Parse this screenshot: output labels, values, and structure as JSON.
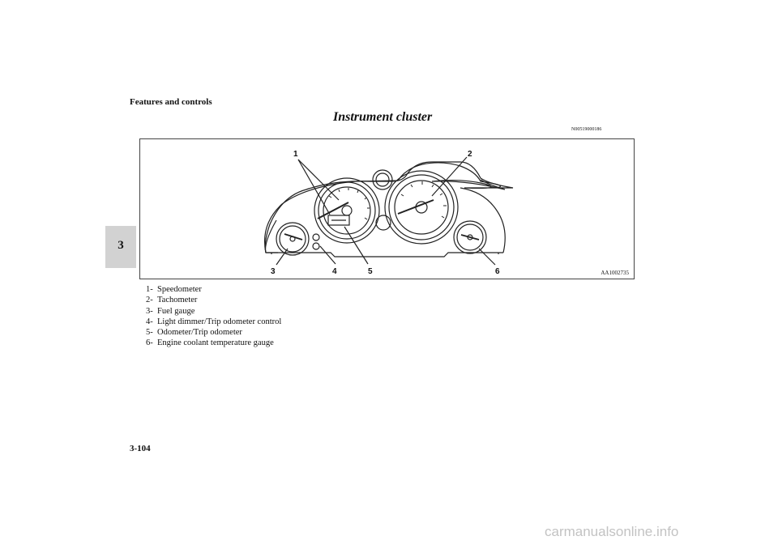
{
  "header": {
    "section": "Features and controls",
    "tab_number": "3"
  },
  "title": "Instrument cluster",
  "ref_code": "N00519000186",
  "figure": {
    "code": "AA1002735",
    "callouts": [
      "1",
      "2",
      "3",
      "4",
      "5",
      "6"
    ]
  },
  "legend": [
    {
      "num": "1-",
      "label": "Speedometer"
    },
    {
      "num": "2-",
      "label": "Tachometer"
    },
    {
      "num": "3-",
      "label": "Fuel gauge"
    },
    {
      "num": "4-",
      "label": "Light dimmer/Trip odometer control"
    },
    {
      "num": "5-",
      "label": "Odometer/Trip odometer"
    },
    {
      "num": "6-",
      "label": "Engine coolant temperature gauge"
    }
  ],
  "footer": {
    "page_number": "3-104",
    "watermark": "carmanualsonline.info"
  }
}
